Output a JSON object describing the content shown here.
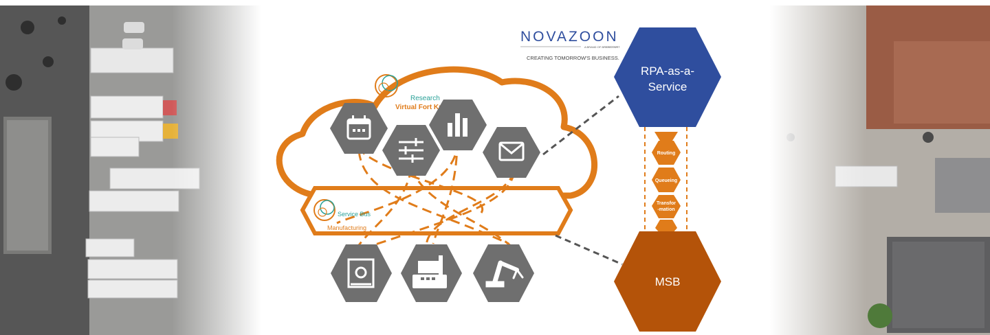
{
  "logo": {
    "name": "NOVAZOON",
    "sub": "A BRAND OF BRAINCOURT",
    "tagline": "CREATING TOMORROW'S BUSINESS."
  },
  "cloud": {
    "title_research": "Research",
    "title_fort": "Virtual Fort Knox",
    "bus_line1": "Service Bus",
    "bus_line2": "Manufacturing"
  },
  "service_icons": [
    "calendar-icon",
    "sliders-icon",
    "bar-chart-icon",
    "mail-icon"
  ],
  "machine_icons": [
    "3d-printer-icon",
    "cnc-machine-icon",
    "robot-arm-icon"
  ],
  "rpa": {
    "line1": "RPA-as-a-",
    "line2": "Service"
  },
  "msb": {
    "label": "MSB"
  },
  "pipeline": {
    "routing": "Routing",
    "queueing": "Queueing",
    "transform_line1": "Transfor",
    "transform_line2": "-mation"
  },
  "colors": {
    "orange": "#E07C1A",
    "dark_orange": "#B45309",
    "navy": "#2F4E9E",
    "gray": "#6F6F6F",
    "teal": "#2AA198"
  }
}
